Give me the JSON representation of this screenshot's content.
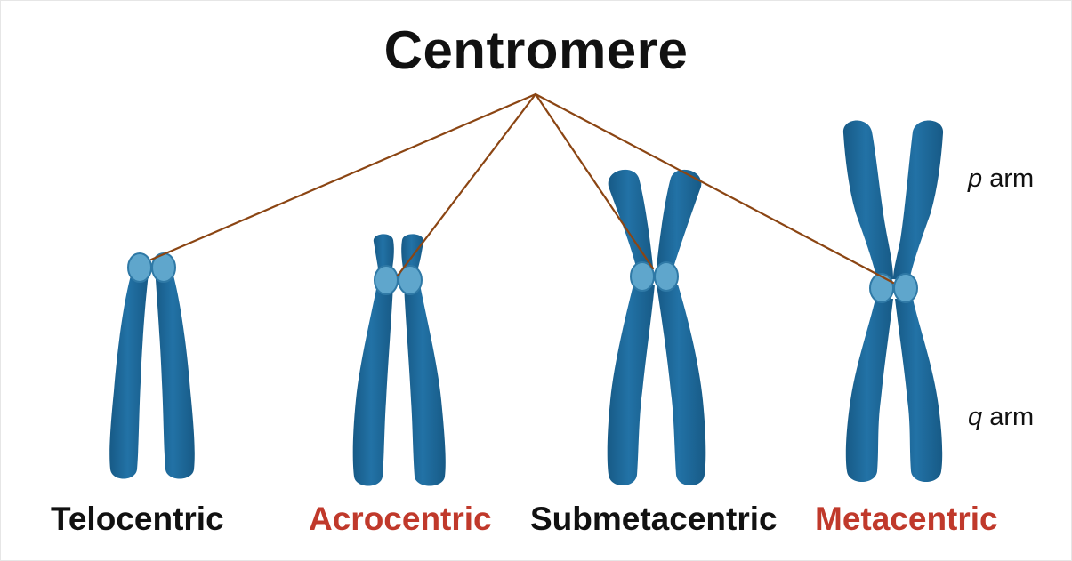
{
  "title": "Centromere",
  "types": [
    {
      "name": "Telocentric",
      "color": "#111111"
    },
    {
      "name": "Acrocentric",
      "color": "#c0392b"
    },
    {
      "name": "Submetacentric",
      "color": "#111111"
    },
    {
      "name": "Metacentric",
      "color": "#c0392b"
    }
  ],
  "arm_labels": {
    "p_letter": "p",
    "p_word": "arm",
    "q_letter": "q",
    "q_word": "arm"
  },
  "colors": {
    "chromatid": "#1f6a9b",
    "chromatid_shade": "#175a86",
    "centromere": "#5fa6cc",
    "centromere_edge": "#2f79a6",
    "pointer_line": "#8b4513",
    "title": "#111111"
  }
}
